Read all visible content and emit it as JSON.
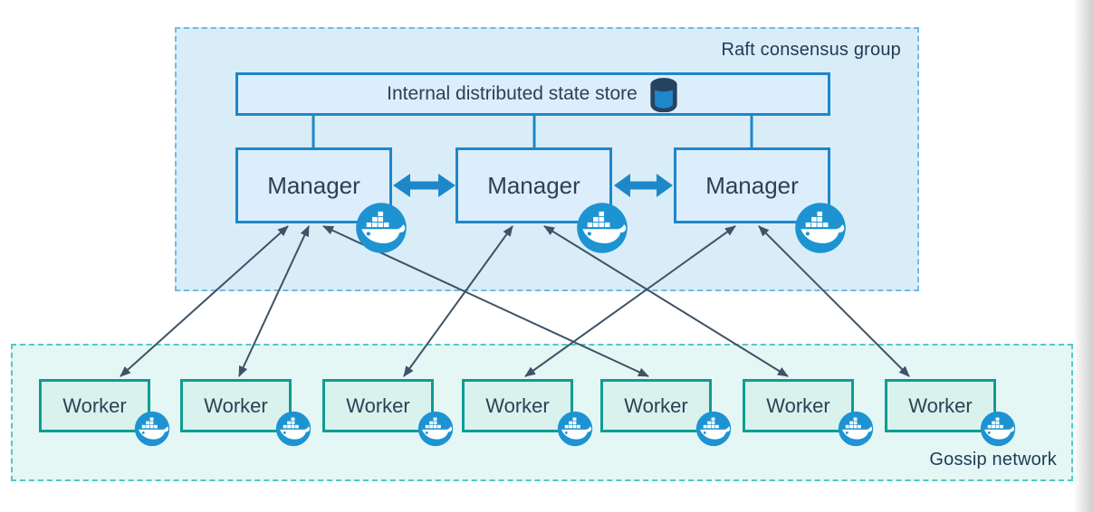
{
  "raft_group": {
    "label": "Raft consensus group",
    "state_store": {
      "label": "Internal distributed state store",
      "icon": "database-cylinder-icon"
    },
    "managers": [
      {
        "id": "manager-1",
        "label": "Manager"
      },
      {
        "id": "manager-2",
        "label": "Manager"
      },
      {
        "id": "manager-3",
        "label": "Manager"
      }
    ]
  },
  "gossip_network": {
    "label": "Gossip network",
    "workers": [
      {
        "id": "worker-1",
        "label": "Worker"
      },
      {
        "id": "worker-2",
        "label": "Worker"
      },
      {
        "id": "worker-3",
        "label": "Worker"
      },
      {
        "id": "worker-4",
        "label": "Worker"
      },
      {
        "id": "worker-5",
        "label": "Worker"
      },
      {
        "id": "worker-6",
        "label": "Worker"
      },
      {
        "id": "worker-7",
        "label": "Worker"
      }
    ]
  },
  "topology": {
    "manager_peer_links": [
      {
        "from": "manager-1",
        "to": "manager-2",
        "style": "thick-double-arrow"
      },
      {
        "from": "manager-2",
        "to": "manager-3",
        "style": "thick-double-arrow"
      }
    ],
    "store_links": [
      {
        "from": "state-store",
        "to": "manager-1"
      },
      {
        "from": "state-store",
        "to": "manager-2"
      },
      {
        "from": "state-store",
        "to": "manager-3"
      }
    ],
    "manager_worker_links": [
      {
        "from": "manager-1",
        "to": "worker-1",
        "style": "double-headed-arrow"
      },
      {
        "from": "manager-1",
        "to": "worker-2",
        "style": "double-headed-arrow"
      },
      {
        "from": "manager-1",
        "to": "worker-5",
        "style": "double-headed-arrow"
      },
      {
        "from": "manager-2",
        "to": "worker-3",
        "style": "double-headed-arrow"
      },
      {
        "from": "manager-2",
        "to": "worker-6",
        "style": "double-headed-arrow"
      },
      {
        "from": "manager-3",
        "to": "worker-4",
        "style": "double-headed-arrow"
      },
      {
        "from": "manager-3",
        "to": "worker-7",
        "style": "double-headed-arrow"
      }
    ]
  },
  "icons": {
    "docker": "docker-whale-icon",
    "database": "database-cylinder-icon"
  },
  "colors": {
    "blue_border": "#1e87c9",
    "blue_node_fill": "#dceefc",
    "raft_fill": "#d9edf8",
    "raft_dash": "#6fbbe5",
    "gossip_fill": "#e4f7f5",
    "gossip_dash": "#55c6c8",
    "worker_border": "#0f9d92",
    "worker_fill": "#d9f2ee",
    "docker_blue": "#1d93d2",
    "arrow_dark": "#3e5366",
    "text_dark": "#2e4154",
    "label_navy": "#1e3a56"
  }
}
